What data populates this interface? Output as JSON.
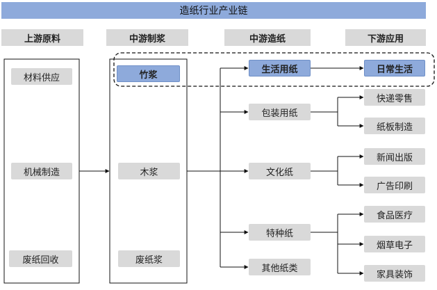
{
  "title": "造纸行业产业链",
  "headers": {
    "upstream": "上游原料",
    "midstream_pulp": "中游制浆",
    "midstream_paper": "中游造纸",
    "downstream": "下游应用"
  },
  "upstream": [
    "材料供应",
    "机械制造",
    "废纸回收"
  ],
  "pulp": [
    "竹浆",
    "木浆",
    "废纸浆"
  ],
  "paper": [
    "生活用纸",
    "包装用纸",
    "文化纸",
    "特种纸",
    "其他纸类"
  ],
  "downstream": [
    "日常生活",
    "快递零售",
    "纸板制造",
    "新闻出版",
    "广告印刷",
    "食品医疗",
    "烟草电子",
    "家具装饰"
  ],
  "colors": {
    "highlight": "#8eaadb",
    "node": "#d9d9d9"
  }
}
